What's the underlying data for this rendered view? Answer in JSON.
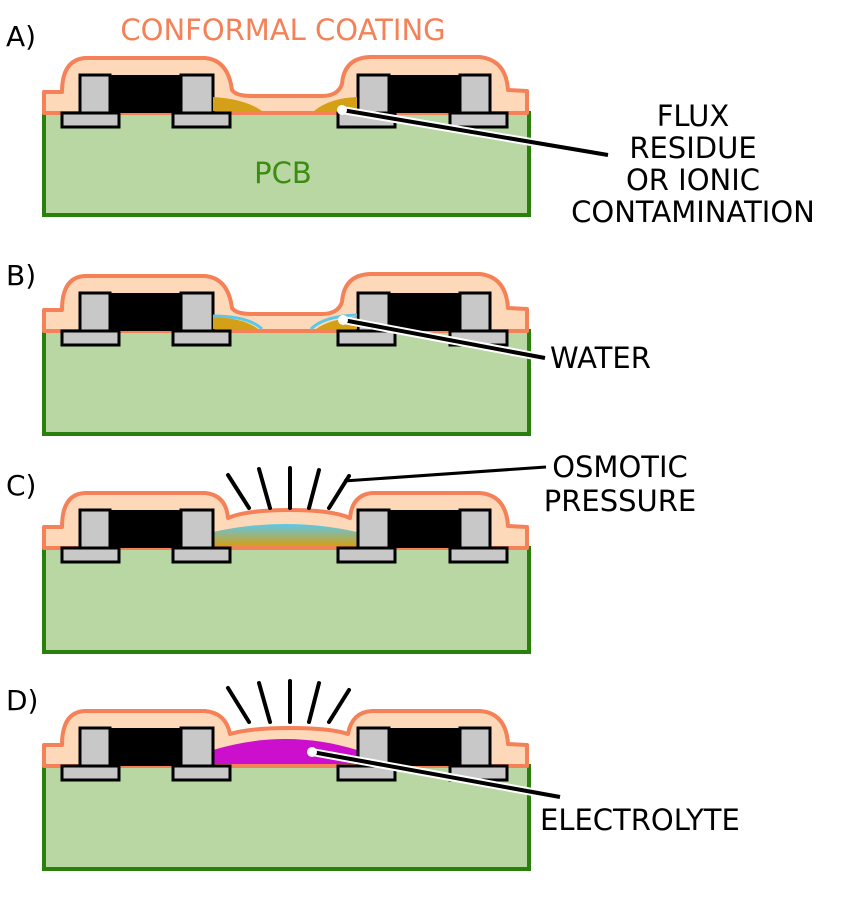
{
  "panel_letters": [
    "A)",
    "B)",
    "C)",
    "D)"
  ],
  "labels": {
    "coating": "CONFORMAL COATING",
    "pcb": "PCB",
    "flux_lines": [
      "FLUX",
      "RESIDUE",
      "OR IONIC",
      "CONTAMINATION"
    ],
    "water": "WATER",
    "osmotic_lines": [
      "OSMOTIC",
      "PRESSURE"
    ],
    "electrolyte": "ELECTROLYTE"
  },
  "colors": {
    "coating_fill": "#fdd9b9",
    "coating_stroke": "#f48158",
    "pcb_fill": "#b8d7a3",
    "pcb_stroke": "#2b7f0c",
    "component_body": "#000000",
    "terminal_fill": "#c8c8c8",
    "flux_residue": "#d4a017",
    "water": "#5bc8ea",
    "electrolyte": "#cc0fcc",
    "pcb_label_color": "#3b8c10",
    "coating_label_color": "#f48158"
  }
}
